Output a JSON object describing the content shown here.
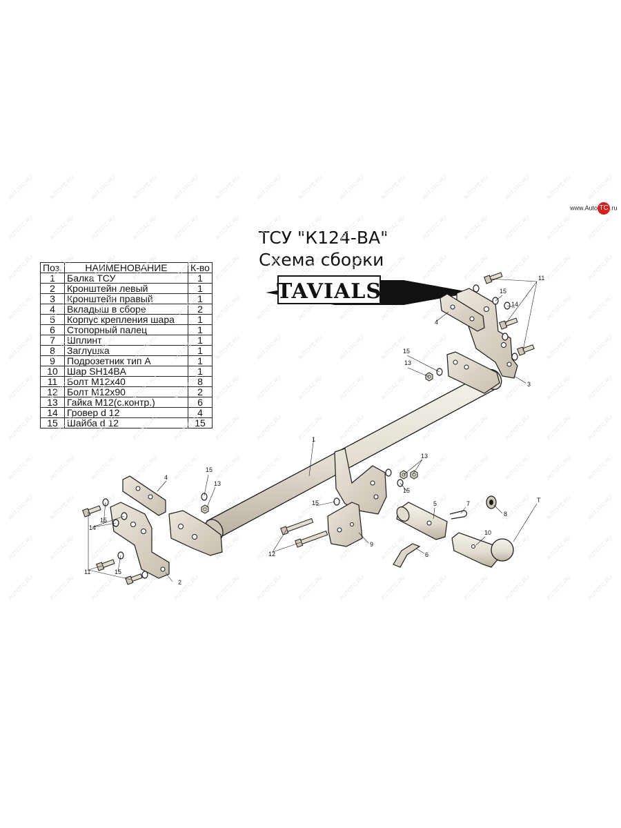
{
  "title_line1": "ТСУ \"К124-ВА\"",
  "title_line2": "Схема сборки",
  "brand_logo_text": "TAVIALS",
  "site_logo": {
    "prefix": "www.Auto",
    "badge": "TC",
    "suffix": ".ru"
  },
  "watermark_text": "AUTOTC.RU",
  "table": {
    "headers": {
      "pos": "Поз.",
      "name": "НАИМЕНОВАНИЕ",
      "qty": "К-во"
    },
    "rows": [
      {
        "pos": "1",
        "name": "Балка ТСУ",
        "qty": "1"
      },
      {
        "pos": "2",
        "name": "Кронштейн левый",
        "qty": "1"
      },
      {
        "pos": "3",
        "name": "Кронштейн правый",
        "qty": "1"
      },
      {
        "pos": "4",
        "name": "Вкладыш в сборе",
        "qty": "2"
      },
      {
        "pos": "5",
        "name": "Корпус крепления шара",
        "qty": "1"
      },
      {
        "pos": "6",
        "name": "Стопорный палец",
        "qty": "1"
      },
      {
        "pos": "7",
        "name": "Шплинт",
        "qty": "1"
      },
      {
        "pos": "8",
        "name": "Заглушка",
        "qty": "1"
      },
      {
        "pos": "9",
        "name": "Подрозетник тип А",
        "qty": "1"
      },
      {
        "pos": "10",
        "name": "Шар SH14BA",
        "qty": "1"
      },
      {
        "pos": "11",
        "name": "Болт М12х40",
        "qty": "8"
      },
      {
        "pos": "12",
        "name": "Болт М12х90",
        "qty": "2"
      },
      {
        "pos": "13",
        "name": "Гайка М12(с.контр.)",
        "qty": "6"
      },
      {
        "pos": "14",
        "name": "Гровер d 12",
        "qty": "4"
      },
      {
        "pos": "15",
        "name": "Шайба d 12",
        "qty": "15"
      }
    ]
  },
  "callouts": {
    "n1": "1",
    "n2": "2",
    "n3": "3",
    "n4a": "4",
    "n4b": "4",
    "n5": "5",
    "n6": "6",
    "n7": "7",
    "n8": "8",
    "n9": "9",
    "n10": "10",
    "n11a": "11",
    "n11b": "11",
    "n12": "12",
    "n13a": "13",
    "n13b": "13",
    "n13c": "13",
    "n14a": "14",
    "n14b": "14",
    "n15a": "15",
    "n15b": "15",
    "n15c": "15",
    "n15d": "15",
    "n15e": "15",
    "n15f": "15",
    "n15g": "15",
    "nT": "T"
  },
  "colors": {
    "part_fill": "#d9d2c4",
    "part_fill_light": "#eeeae0",
    "outline": "#1a1a1a",
    "logo_bg": "#111111"
  }
}
